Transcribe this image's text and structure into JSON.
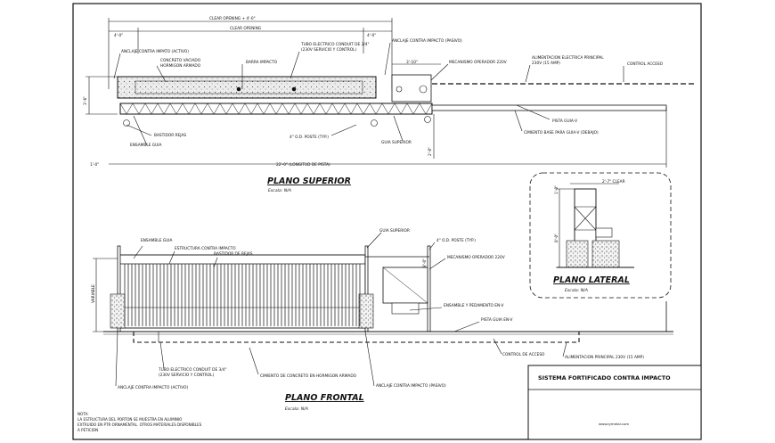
{
  "colors": {
    "line": "#111111",
    "fill_concrete": "#e6e6e6",
    "background": "#ffffff"
  },
  "top_view": {
    "title": "PLANO SUPERIOR",
    "scale": "Escala: N/A",
    "dims": {
      "clear_opening_total": "CLEAR OPENING + 4'-0\"",
      "clear_opening": "CLEAR OPENING",
      "left_offset": "4'-0\"",
      "right_offset": "4'-0\"",
      "operator_gap": "3'-10\"",
      "depth": "3'-6\"",
      "gate_length": "22'-0\" (LONGITUD DE PISTA)",
      "left_extra": "1'-0\"",
      "small": "2'-0\""
    },
    "labels": {
      "anchor_active": "ANCLAJE CONTRA IMPATO (ACTIVO)",
      "concrete": "CONCRETO VACIADO",
      "reinforced": "HORMIGON ARMADO",
      "impact_bar": "BARRA IMPACTO",
      "conduit_1": "TUBO ELECTRICO CONDUIT DE 3/4\"",
      "conduit_2": "(230V SERVICIO Y CONTROL)",
      "anchor_passive": "ANCLAJE CONTRA IMPACTO (PASIVO)",
      "operator": "MECANISMO OPERADOR 220V",
      "power_1": "ALIMENTACION ELECTRICA PRINCIPAL",
      "power_2": "230V (15 AMP)",
      "access": "CONTROL ACCESO",
      "frame": "BASTIDOR REJAS",
      "guide_set": "ENSAMBLE GUIA",
      "post": "4\" O.D. POSTE (TYP.)",
      "upper_guide": "GUIA SUPERIOR",
      "track": "PISTA GUIA-V",
      "track_base": "CIMIENTO BASE PARA GUIA-V (DEBAJO)"
    }
  },
  "front_view": {
    "title": "PLANO FRONTAL",
    "scale": "Escala: N/A",
    "dims": {
      "height": "VARIABLE",
      "right_height": "8'-0\""
    },
    "labels": {
      "guide_set": "ENSAMBLE GUIA",
      "impact_structure": "ESTRUCTURA CONTRA IMPACTO",
      "frame": "BASTIDOR DE REJAS",
      "upper_guide": "GUIA SUPERIOR",
      "post": "4\" O.D. POSTE (TYP.)",
      "operator": "MECANISMO OPERADOR 220V",
      "v_guide_set": "ENSAMBLE Y PEDAMENTO EN-V",
      "v_track": "PISTA GUIA EN-V",
      "access": "CONTROL DE ACCESO",
      "power": "ALIMENTACION PRINCIPAL 230V (15 AMP)",
      "conduit_1": "TUBO ELECTRICO CONDUIT DE 3/4\"",
      "conduit_2": "(230V SERVICIO Y CONTROL)",
      "foundation": "CIMIENTO DE CONCRETO EN HORMIGON ARMADO",
      "anchor_active": "ANCLAJE CONTRA IMPACTO (ACTIVO)",
      "anchor_passive": "ANCLAJE CONTRA IMPACTO (PASIVO)"
    }
  },
  "side_view": {
    "title": "PLANO LATERAL",
    "scale": "Escala: N/A",
    "dims": {
      "clear": "2'-7\" CLEAR",
      "height": "8'-0\"",
      "top": "1'-0\""
    }
  },
  "notes": [
    "NOTA:",
    "LA ESTRUCTURA DEL PORTON SE MUESTRA EN ALUMINIO",
    "EXTRUIDO EN PTR ORNAMENTAL. OTROS MATERIALES DISPONIBLES",
    "A PETICION"
  ],
  "title_block": {
    "title": "SISTEMA FORTIFICADO CONTRA IMPACTO",
    "website": "www.tymetal.com"
  }
}
